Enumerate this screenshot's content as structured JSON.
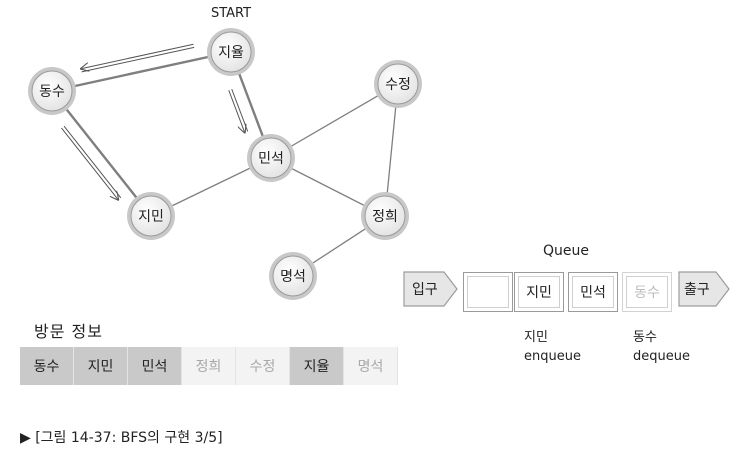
{
  "graph": {
    "start_label": "START",
    "nodes": {
      "jiyul": "지율",
      "dongsu": "동수",
      "sujeong": "수정",
      "minseok": "민석",
      "jimin": "지민",
      "jeonghui": "정희",
      "myeongseok": "명석"
    },
    "edges": [
      [
        "jiyul",
        "dongsu"
      ],
      [
        "jiyul",
        "minseok"
      ],
      [
        "dongsu",
        "jimin"
      ],
      [
        "jimin",
        "minseok"
      ],
      [
        "minseok",
        "sujeong"
      ],
      [
        "minseok",
        "jeonghui"
      ],
      [
        "sujeong",
        "jeonghui"
      ],
      [
        "jeonghui",
        "myeongseok"
      ]
    ],
    "traversal_arrows": [
      [
        "jiyul",
        "dongsu"
      ],
      [
        "jiyul",
        "minseok"
      ],
      [
        "dongsu",
        "jimin"
      ]
    ]
  },
  "queue": {
    "title": "Queue",
    "entrance_label": "입구",
    "exit_label": "출구",
    "cells": [
      {
        "label": "",
        "faded": false
      },
      {
        "label": "지민",
        "faded": false
      },
      {
        "label": "민석",
        "faded": false
      },
      {
        "label": "동수",
        "faded": true
      }
    ],
    "enqueue_note": {
      "name": "지민",
      "action": "enqueue"
    },
    "dequeue_note": {
      "name": "동수",
      "action": "dequeue"
    }
  },
  "visit": {
    "title": "방문 정보",
    "cells": [
      {
        "label": "동수",
        "visited": true
      },
      {
        "label": "지민",
        "visited": true
      },
      {
        "label": "민석",
        "visited": true
      },
      {
        "label": "정희",
        "visited": false
      },
      {
        "label": "수정",
        "visited": false
      },
      {
        "label": "지율",
        "visited": true
      },
      {
        "label": "명석",
        "visited": false
      }
    ]
  },
  "caption": "▶ [그림 14-37: BFS의 구현 3/5]",
  "colors": {
    "node_fill": "#f4f4f4",
    "node_ring": "#c8c8c8",
    "edge": "#7f7f7f",
    "visited_cell": "#c9c9c9",
    "unvisited_cell": "#f3f3f3"
  }
}
